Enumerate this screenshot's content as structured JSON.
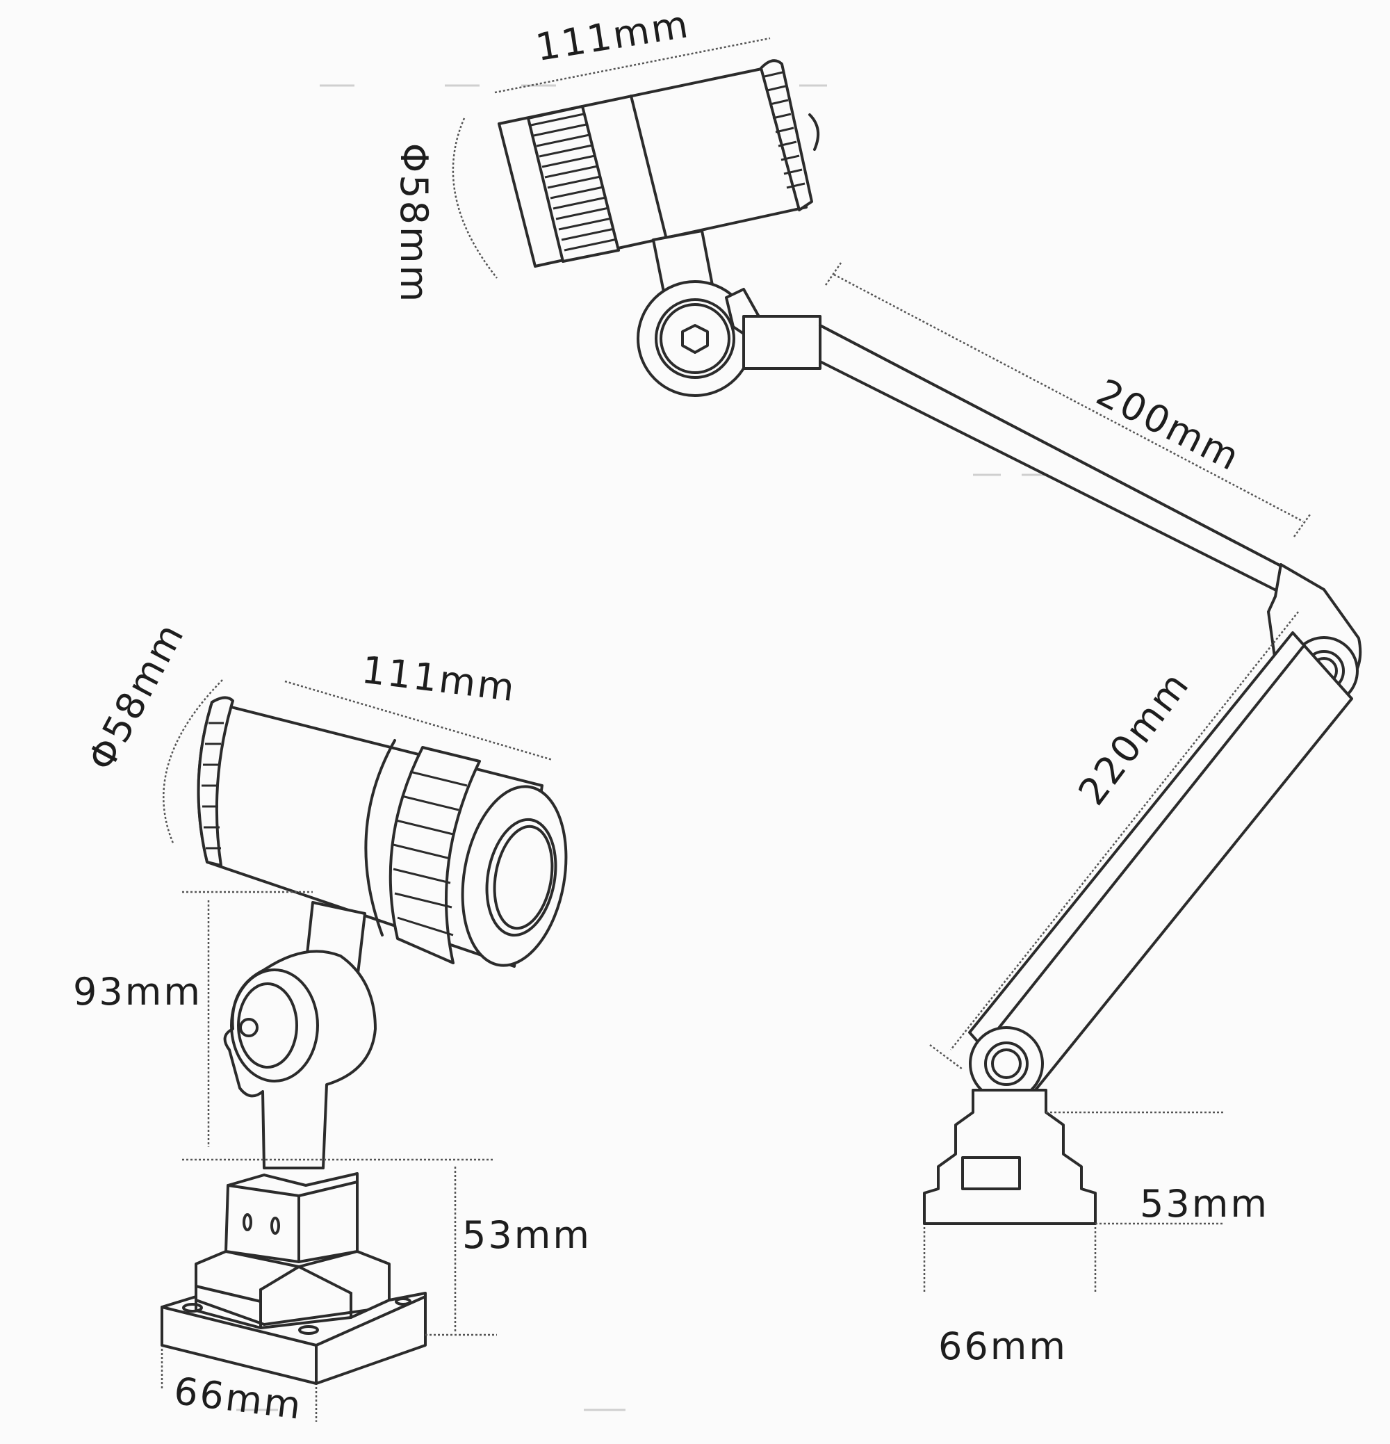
{
  "diagram": {
    "subject": "machine work lamp dimension drawing",
    "background_color": "#fbfbfb",
    "line_color": "#2b2b2b",
    "views": [
      {
        "name": "articulated-arm-lamp",
        "dimensions": {
          "head_length": "111mm",
          "head_diameter": "Φ58mm",
          "upper_arm_length": "200mm",
          "lower_arm_length": "220mm",
          "base_height": "53mm",
          "base_width": "66mm"
        }
      },
      {
        "name": "short-stem-lamp",
        "dimensions": {
          "head_length": "111mm",
          "head_diameter": "Φ58mm",
          "stem_height": "93mm",
          "base_height": "53mm",
          "base_width": "66mm"
        }
      }
    ]
  }
}
